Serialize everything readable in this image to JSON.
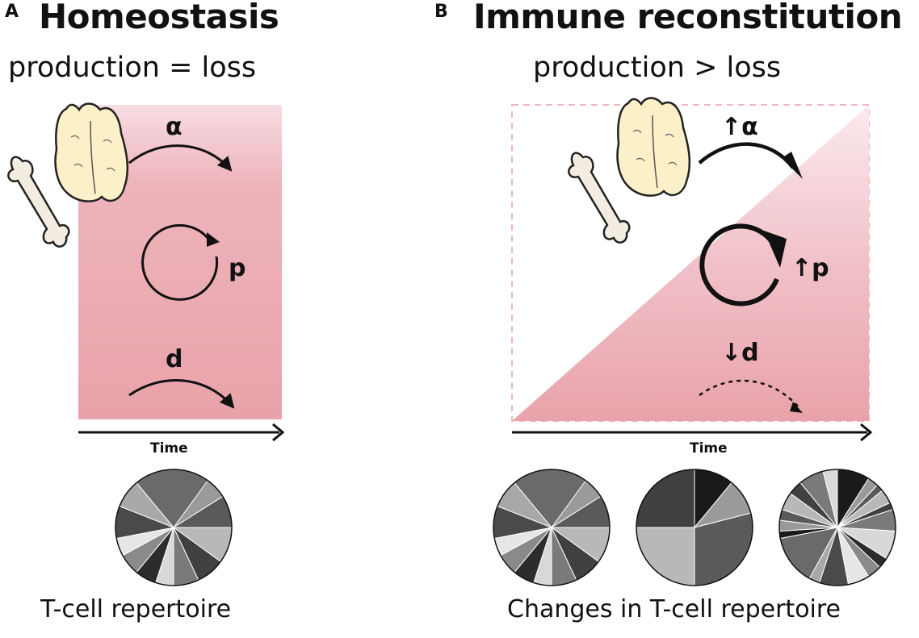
{
  "panel_a": {
    "label": "A",
    "title": "Homeostasis",
    "subtitle": "production = loss",
    "alpha": "α",
    "p": "p",
    "d": "d",
    "axis_label": "Time",
    "caption": "T-cell repertoire"
  },
  "panel_b": {
    "label": "B",
    "title": "Immune reconstitution",
    "subtitle": "production > loss",
    "alpha": "↑α",
    "p": "↑p",
    "d": "↓d",
    "axis_label": "Time",
    "caption": "Changes in T-cell repertoire"
  },
  "colors": {
    "pool_light": "#f7dde3",
    "pool_dark": "#e9a2aa",
    "thymus": "#fbf0c8",
    "bone": "#f3ece0",
    "outline": "#111111"
  },
  "icons": [
    "thymus-icon",
    "bone-icon",
    "proliferation-cycle-icon",
    "arrow-icon"
  ],
  "pie_charts": {
    "homeostasis": [
      0.05,
      0.11,
      0.09,
      0.1,
      0.08,
      0.07,
      0.05,
      0.06,
      0.06,
      0.05,
      0.09,
      0.08,
      0.21
    ],
    "reconstitution_1": [
      0.05,
      0.11,
      0.09,
      0.1,
      0.08,
      0.07,
      0.05,
      0.06,
      0.06,
      0.05,
      0.09,
      0.08,
      0.21
    ],
    "reconstitution_2": [
      0.11,
      0.1,
      0.29,
      0.25,
      0.25
    ],
    "reconstitution_3": [
      0.09,
      0.03,
      0.02,
      0.04,
      0.02,
      0.06,
      0.08,
      0.03,
      0.04,
      0.06,
      0.08,
      0.03,
      0.14,
      0.02,
      0.03,
      0.03,
      0.05,
      0.04,
      0.07,
      0.04
    ]
  }
}
